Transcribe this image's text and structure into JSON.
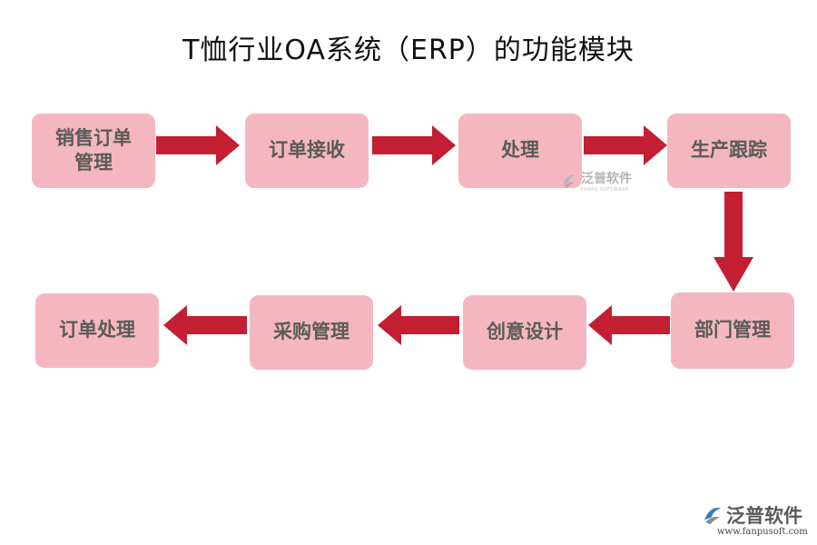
{
  "title": "T恤行业OA系统（ERP）的功能模块",
  "nodes": [
    {
      "id": "n1",
      "label": "销售订单管理"
    },
    {
      "id": "n2",
      "label": "订单接收"
    },
    {
      "id": "n3",
      "label": "处理"
    },
    {
      "id": "n4",
      "label": "生产跟踪"
    },
    {
      "id": "n5",
      "label": "部门管理"
    },
    {
      "id": "n6",
      "label": "创意设计"
    },
    {
      "id": "n7",
      "label": "采购管理"
    },
    {
      "id": "n8",
      "label": "订单处理"
    }
  ],
  "edges": [
    {
      "from": "n1",
      "to": "n2"
    },
    {
      "from": "n2",
      "to": "n3"
    },
    {
      "from": "n3",
      "to": "n4"
    },
    {
      "from": "n4",
      "to": "n5"
    },
    {
      "from": "n5",
      "to": "n6"
    },
    {
      "from": "n6",
      "to": "n7"
    },
    {
      "from": "n7",
      "to": "n8"
    }
  ],
  "watermark": {
    "brand": "泛普软件",
    "sub": "FANPU SOFTWARE",
    "url": "www.fanpusoft.com"
  },
  "colors": {
    "box_fill": "#f4b7c0",
    "box_text": "#5a5a5a",
    "arrow": "#c41e33",
    "title": "#111111"
  }
}
